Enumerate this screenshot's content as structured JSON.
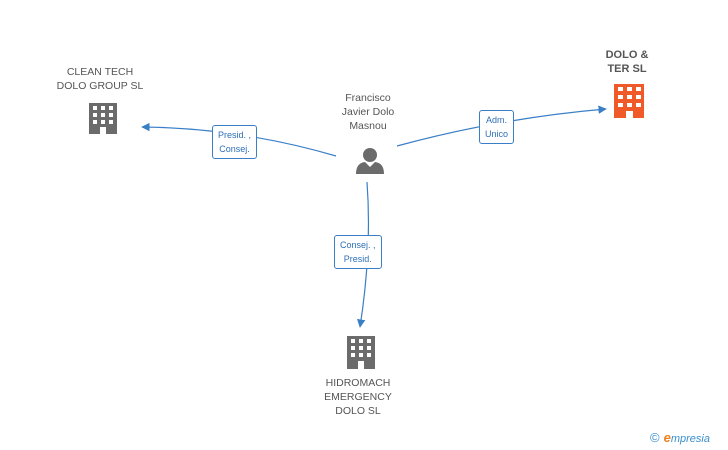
{
  "colors": {
    "edge": "#3a7fc6",
    "company": "#6b6b6b",
    "company_highlight": "#f05a28",
    "person": "#6b6b6b"
  },
  "center": {
    "name": "Francisco\nJavier Dolo\nMasnou",
    "icon": "person-icon"
  },
  "companies": [
    {
      "id": "clean-tech",
      "name": "CLEAN TECH\nDOLO GROUP SL",
      "icon": "building-icon",
      "highlight": false
    },
    {
      "id": "dolo-ter",
      "name": "DOLO &\nTER SL",
      "icon": "building-icon",
      "highlight": true
    },
    {
      "id": "hidromach",
      "name": "HIDROMACH\nEMERGENCY\nDOLO SL",
      "icon": "building-icon",
      "highlight": false
    }
  ],
  "edges": [
    {
      "to": "clean-tech",
      "label": "Presid. ,\nConsej."
    },
    {
      "to": "dolo-ter",
      "label": "Adm.\nUnico"
    },
    {
      "to": "hidromach",
      "label": "Consej. ,\nPresid."
    }
  ],
  "brand": {
    "copyright": "©",
    "e": "e",
    "rest": "mpresia"
  }
}
